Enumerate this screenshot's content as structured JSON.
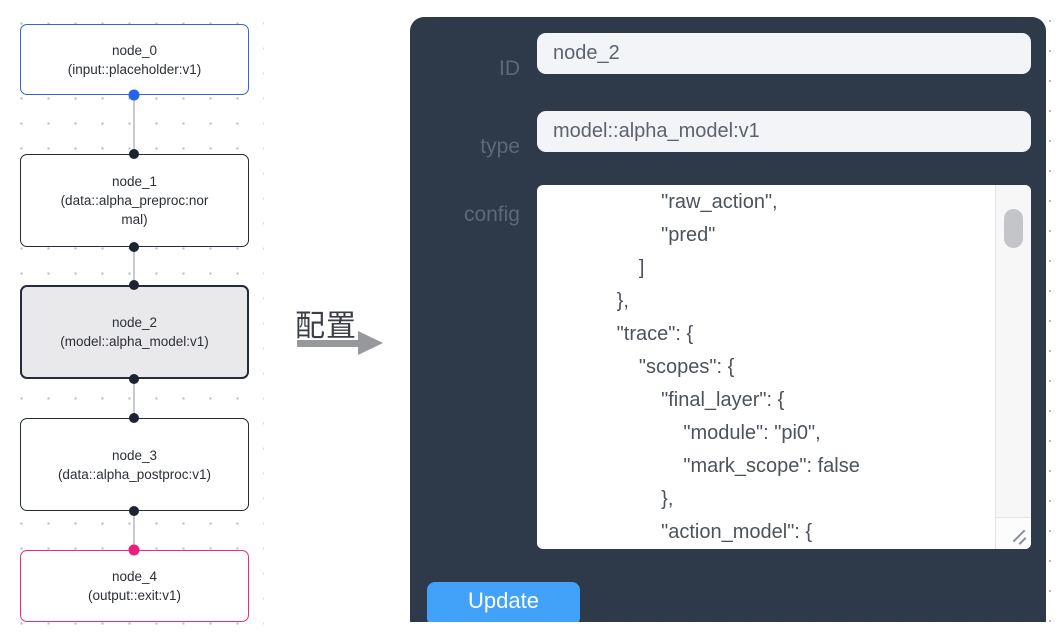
{
  "canvas": {
    "nodes": [
      {
        "title": "node_0",
        "subtitle": "(input::placeholder:v1)",
        "kind": "input",
        "border_color": "#3365d6"
      },
      {
        "title": "node_1",
        "subtitle": "(data::alpha_preproc:normal)",
        "kind": "data",
        "border_color": "#242b39"
      },
      {
        "title": "node_2",
        "subtitle": "(model::alpha_model:v1)",
        "kind": "model",
        "border_color": "#242b39",
        "selected": true
      },
      {
        "title": "node_3",
        "subtitle": "(data::alpha_postproc:v1)",
        "kind": "data",
        "border_color": "#242b39"
      },
      {
        "title": "node_4",
        "subtitle": "(output::exit:v1)",
        "kind": "output",
        "border_color": "#ea2a80"
      }
    ],
    "port_colors": {
      "input": "#2563eb",
      "default": "#1c2331",
      "output": "#ec1f7d"
    }
  },
  "annotation": {
    "label": "配置"
  },
  "panel": {
    "background": "#2e3a4a",
    "fields": {
      "id": {
        "label": "ID",
        "value": "node_2"
      },
      "type": {
        "label": "type",
        "value": "model::alpha_model:v1"
      }
    },
    "config": {
      "label": "config",
      "value": "                    \"raw_action\",\n                    \"pred\"\n                ]\n            },\n            \"trace\": {\n                \"scopes\": {\n                    \"final_layer\": {\n                        \"module\": \"pi0\",\n                        \"mark_scope\": false\n                    },\n                    \"action_model\": {"
    },
    "update_button": {
      "label": "Update",
      "color": "#42a1f8"
    }
  }
}
